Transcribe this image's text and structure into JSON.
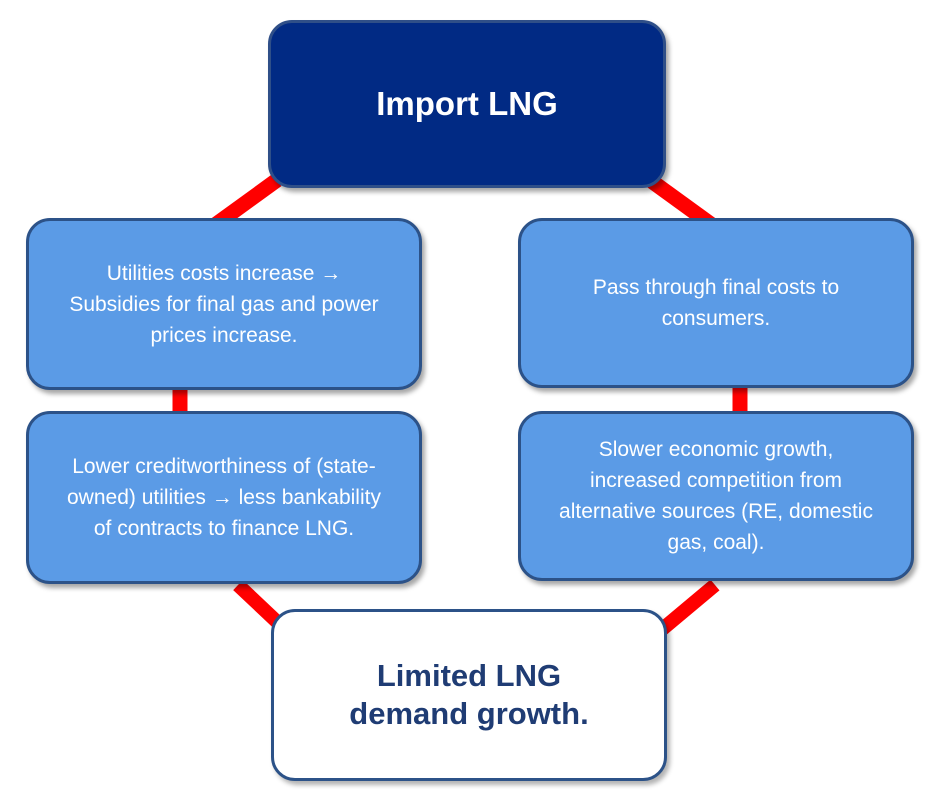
{
  "diagram": {
    "top": {
      "label": "Import LNG"
    },
    "left_1": {
      "label": "Utilities costs increase →\nSubsidies for final gas and power\nprices increase."
    },
    "left_2": {
      "label": "Lower creditworthiness of (state-\nowned) utilities → less bankability\nof contracts to finance LNG."
    },
    "right_1": {
      "label": "Pass through final costs to\nconsumers."
    },
    "right_2": {
      "label": "Slower economic growth,\nincreased competition from\nalternative sources (RE, domestic\ngas, coal)."
    },
    "bottom": {
      "label": "Limited LNG\ndemand growth."
    }
  },
  "colors": {
    "top_fill": "#012a84",
    "box_fill": "#5b9be6",
    "box_border": "#2c5288",
    "connector": "#ff0000",
    "bottom_text": "#1f3c74"
  }
}
